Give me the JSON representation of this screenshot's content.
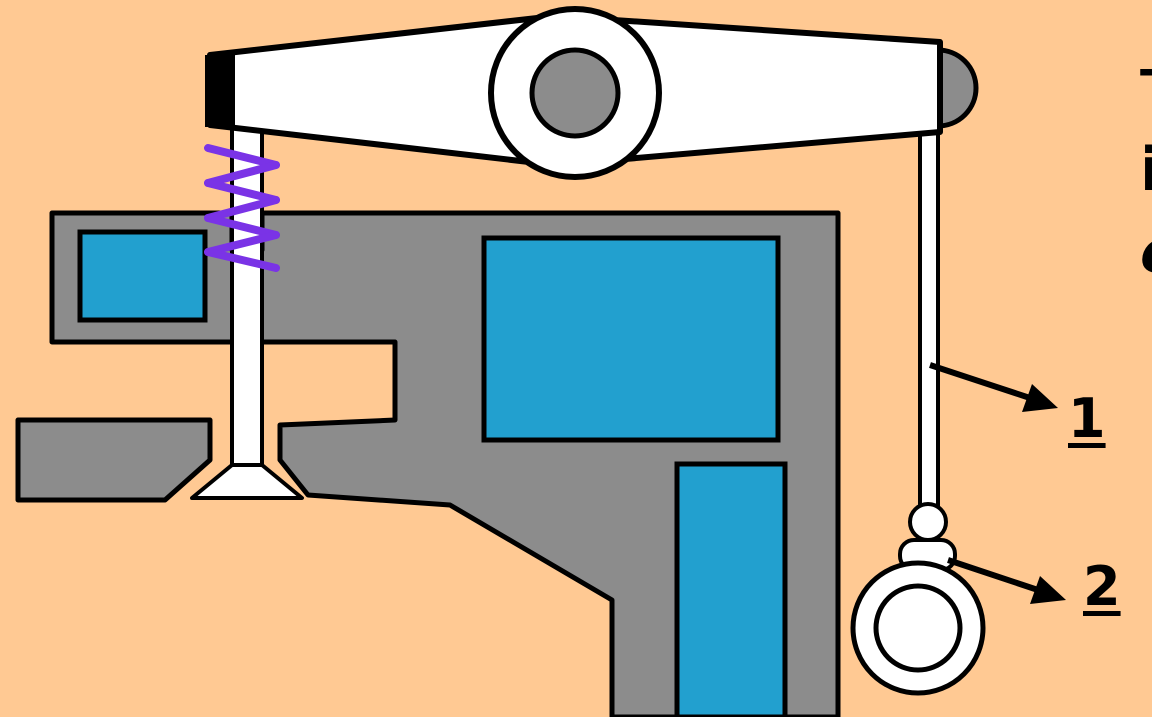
{
  "diagram": {
    "background": "#FFC993",
    "colors": {
      "outline": "#000000",
      "cylinder_head": "#8C8C8C",
      "coolant_jacket": "#22A0CF",
      "rocker_arm": "#FFFFFF",
      "pivot": "#8C8C8C",
      "valve_spring": "#7A33E6"
    },
    "callouts": [
      {
        "label": "1",
        "points_to": "push-rod"
      },
      {
        "label": "2",
        "points_to": "cam-follower"
      }
    ],
    "clipped_text_fragments": [
      "т",
      "і",
      "с"
    ]
  }
}
